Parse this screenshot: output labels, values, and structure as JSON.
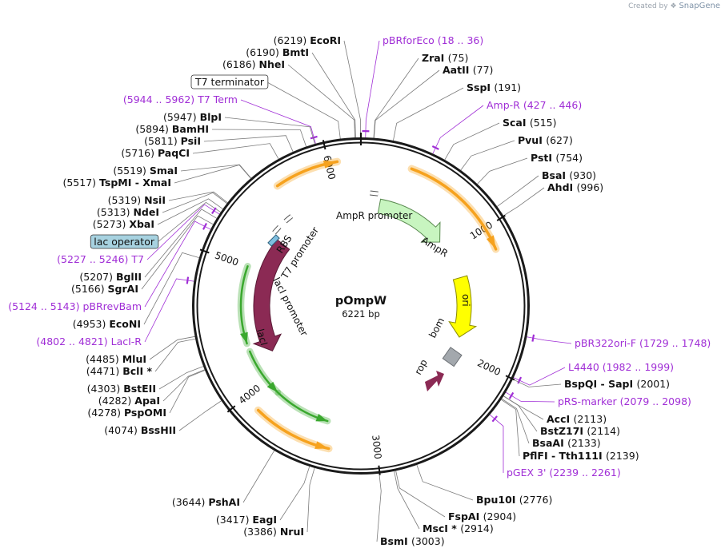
{
  "watermark": {
    "prefix": "Created by",
    "brand": "SnapGene"
  },
  "plasmid": {
    "name": "pOmpW",
    "size_label": "6221 bp",
    "length": 6221
  },
  "ticks": [
    "1000",
    "2000",
    "3000",
    "4000",
    "5000",
    "6000"
  ],
  "colors": {
    "amp": "#c8f5c0",
    "ampStroke": "#5a8a50",
    "ori": "#ffff00",
    "lacI": "#8b2a54",
    "rop": "#8b2a54",
    "bom": "#a3a8ad",
    "primer": "#a02ed6",
    "orange": "#f6a21e",
    "green": "#3aa82e"
  },
  "features": [
    {
      "key": "ampr_promoter",
      "name": "AmpR promoter",
      "icon": "promoter-arrow"
    },
    {
      "key": "ampr",
      "name": "AmpR",
      "icon": "cds-arrow"
    },
    {
      "key": "ori",
      "name": "ori",
      "icon": "origin-arrow"
    },
    {
      "key": "bom",
      "name": "bom",
      "icon": "square-box"
    },
    {
      "key": "rop",
      "name": "rop",
      "icon": "cds-arrow"
    },
    {
      "key": "laci",
      "name": "lacI",
      "icon": "cds-arrow"
    },
    {
      "key": "laci_promoter",
      "name": "lacI promoter",
      "icon": "promoter-arrow"
    },
    {
      "key": "t7_promoter",
      "name": "T7 promoter",
      "icon": "promoter-arrow"
    },
    {
      "key": "rbs",
      "name": "RBS",
      "icon": "rbs-box"
    }
  ],
  "labels": [
    {
      "pos": "(6219)",
      "name": "EcoRI",
      "kind": "enzyme"
    },
    {
      "pos": "(6190)",
      "name": "BmtI",
      "kind": "enzyme"
    },
    {
      "pos": "(6186)",
      "name": "NheI",
      "kind": "enzyme"
    },
    {
      "name": "T7 terminator",
      "kind": "boxed"
    },
    {
      "pos": "(5944 .. 5962)",
      "name": "T7 Term",
      "kind": "primer"
    },
    {
      "pos": "(5947)",
      "name": "BlpI",
      "kind": "enzyme"
    },
    {
      "pos": "(5894)",
      "name": "BamHI",
      "kind": "enzyme"
    },
    {
      "pos": "(5811)",
      "name": "PsiI",
      "kind": "enzyme"
    },
    {
      "pos": "(5716)",
      "name": "PaqCI",
      "kind": "enzyme"
    },
    {
      "pos": "(5519)",
      "name": "SmaI",
      "kind": "enzyme"
    },
    {
      "pos": "(5517)",
      "name": "TspMI  -  XmaI",
      "kind": "enzyme"
    },
    {
      "pos": "(5319)",
      "name": "NsiI",
      "kind": "enzyme"
    },
    {
      "pos": "(5313)",
      "name": "NdeI",
      "kind": "enzyme"
    },
    {
      "pos": "(5273)",
      "name": "XbaI",
      "kind": "enzyme"
    },
    {
      "name": "lac operator",
      "kind": "boxed-blue"
    },
    {
      "pos": "(5227 .. 5246)",
      "name": "T7",
      "kind": "primer"
    },
    {
      "pos": "(5207)",
      "name": "BglII",
      "kind": "enzyme"
    },
    {
      "pos": "(5166)",
      "name": "SgrAI",
      "kind": "enzyme"
    },
    {
      "pos": "(5124 .. 5143)",
      "name": "pBRrevBam",
      "kind": "primer"
    },
    {
      "pos": "(4953)",
      "name": "EcoNI",
      "kind": "enzyme"
    },
    {
      "pos": "(4802 .. 4821)",
      "name": "LacI-R",
      "kind": "primer"
    },
    {
      "pos": "(4485)",
      "name": "MluI",
      "kind": "enzyme"
    },
    {
      "pos": "(4471)",
      "name": "BclI *",
      "kind": "enzyme"
    },
    {
      "pos": "(4303)",
      "name": "BstEII",
      "kind": "enzyme"
    },
    {
      "pos": "(4282)",
      "name": "ApaI",
      "kind": "enzyme"
    },
    {
      "pos": "(4278)",
      "name": "PspOMI",
      "kind": "enzyme"
    },
    {
      "pos": "(4074)",
      "name": "BssHII",
      "kind": "enzyme"
    },
    {
      "pos": "(3644)",
      "name": "PshAI",
      "kind": "enzyme"
    },
    {
      "pos": "(3417)",
      "name": "EagI",
      "kind": "enzyme"
    },
    {
      "pos": "(3386)",
      "name": "NruI",
      "kind": "enzyme"
    },
    {
      "pos": "(3003)",
      "name": "BsmI",
      "kind": "enzyme"
    },
    {
      "pos": "(2914)",
      "name": "MscI *",
      "kind": "enzyme"
    },
    {
      "pos": "(2904)",
      "name": "FspAI",
      "kind": "enzyme"
    },
    {
      "pos": "(2776)",
      "name": "Bpu10I",
      "kind": "enzyme"
    },
    {
      "pos": "(18 .. 36)",
      "name": "pBRforEco",
      "kind": "primer"
    },
    {
      "pos": "(75)",
      "name": "ZraI",
      "kind": "enzyme"
    },
    {
      "pos": "(77)",
      "name": "AatII",
      "kind": "enzyme"
    },
    {
      "pos": "(191)",
      "name": "SspI",
      "kind": "enzyme"
    },
    {
      "pos": "(427 .. 446)",
      "name": "Amp-R",
      "kind": "primer"
    },
    {
      "pos": "(515)",
      "name": "ScaI",
      "kind": "enzyme"
    },
    {
      "pos": "(627)",
      "name": "PvuI",
      "kind": "enzyme"
    },
    {
      "pos": "(754)",
      "name": "PstI",
      "kind": "enzyme"
    },
    {
      "pos": "(930)",
      "name": "BsaI",
      "kind": "enzyme"
    },
    {
      "pos": "(996)",
      "name": "AhdI",
      "kind": "enzyme"
    },
    {
      "pos": "(1729 .. 1748)",
      "name": "pBR322ori-F",
      "kind": "primer"
    },
    {
      "pos": "(1982 .. 1999)",
      "name": "L4440",
      "kind": "primer"
    },
    {
      "pos": "(2001)",
      "name": "BspQI  -  SapI",
      "kind": "enzyme"
    },
    {
      "pos": "(2079 .. 2098)",
      "name": "pRS-marker",
      "kind": "primer"
    },
    {
      "pos": "(2113)",
      "name": "AccI",
      "kind": "enzyme"
    },
    {
      "pos": "(2114)",
      "name": "BstZ17I",
      "kind": "enzyme"
    },
    {
      "pos": "(2133)",
      "name": "BsaAI",
      "kind": "enzyme"
    },
    {
      "pos": "(2139)",
      "name": "PflFI  -  Tth111I",
      "kind": "enzyme"
    },
    {
      "pos": "(2239 .. 2261)",
      "name": "pGEX 3'",
      "kind": "primer"
    }
  ]
}
